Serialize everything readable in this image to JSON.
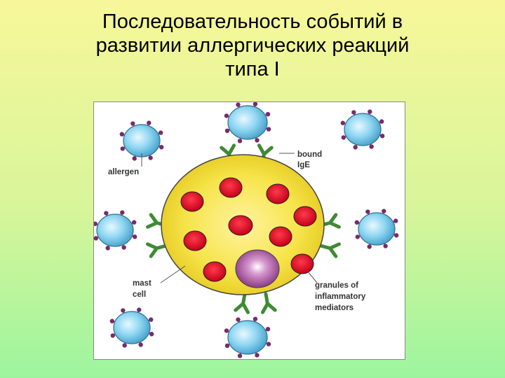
{
  "slide": {
    "title_lines": [
      "Последовательность событий в",
      "развитии аллергических реакций",
      "типа I"
    ]
  },
  "diagram": {
    "labels": {
      "allergen": "allergen",
      "bound_ige_1": "bound",
      "bound_ige_2": "IgE",
      "mast_cell_1": "mast",
      "mast_cell_2": "cell",
      "granules_1": "granules of",
      "granules_2": "inflammatory",
      "granules_3": "mediators"
    },
    "colors": {
      "mast_cell": "#f6e44a",
      "granule": "#e8001c",
      "nucleus": "#a8479a",
      "allergen_cell": "#7fd0ee",
      "ige": "#3f8a34",
      "knob": "#7a2a6a"
    }
  }
}
